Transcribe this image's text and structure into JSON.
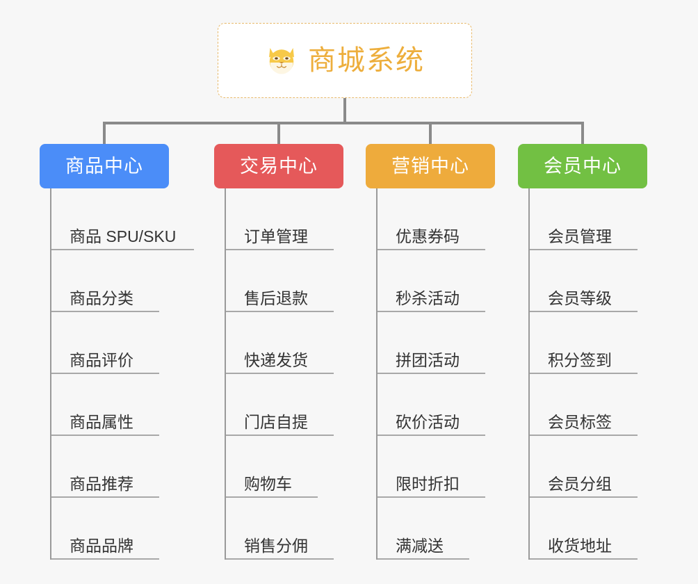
{
  "root": {
    "title": "商城系统",
    "icon": "shiba-dog-face-emoji",
    "text_color": "#edae3c",
    "border_color": "#e8b96a",
    "background": "#ffffff"
  },
  "canvas": {
    "background": "#f7f7f7",
    "connector_color": "#8a8a8a",
    "spine_color": "#9a9a9a",
    "underline_color": "#a8a8a8",
    "leaf_text_color": "#333333"
  },
  "columns": [
    {
      "id": "product-center",
      "label": "商品中心",
      "color": "#4b8df8",
      "leaves": [
        {
          "label": "商品 SPU/SKU",
          "underline_width": 205
        },
        {
          "label": "商品分类",
          "underline_width": 155
        },
        {
          "label": "商品评价",
          "underline_width": 155
        },
        {
          "label": "商品属性",
          "underline_width": 155
        },
        {
          "label": "商品推荐",
          "underline_width": 155
        },
        {
          "label": "商品品牌",
          "underline_width": 155
        }
      ]
    },
    {
      "id": "trade-center",
      "label": "交易中心",
      "color": "#e5595a",
      "leaves": [
        {
          "label": "订单管理",
          "underline_width": 155
        },
        {
          "label": "售后退款",
          "underline_width": 155
        },
        {
          "label": "快递发货",
          "underline_width": 155
        },
        {
          "label": "门店自提",
          "underline_width": 155
        },
        {
          "label": "购物车",
          "underline_width": 132
        },
        {
          "label": "销售分佣",
          "underline_width": 155
        }
      ]
    },
    {
      "id": "marketing-center",
      "label": "营销中心",
      "color": "#eeab3c",
      "leaves": [
        {
          "label": "优惠券码",
          "underline_width": 155
        },
        {
          "label": "秒杀活动",
          "underline_width": 155
        },
        {
          "label": "拼团活动",
          "underline_width": 155
        },
        {
          "label": "砍价活动",
          "underline_width": 155
        },
        {
          "label": "限时折扣",
          "underline_width": 155
        },
        {
          "label": "满减送",
          "underline_width": 132
        }
      ]
    },
    {
      "id": "member-center",
      "label": "会员中心",
      "color": "#72c043",
      "leaves": [
        {
          "label": "会员管理",
          "underline_width": 155
        },
        {
          "label": "会员等级",
          "underline_width": 155
        },
        {
          "label": "积分签到",
          "underline_width": 155
        },
        {
          "label": "会员标签",
          "underline_width": 155
        },
        {
          "label": "会员分组",
          "underline_width": 155
        },
        {
          "label": "收货地址",
          "underline_width": 155
        }
      ]
    }
  ]
}
